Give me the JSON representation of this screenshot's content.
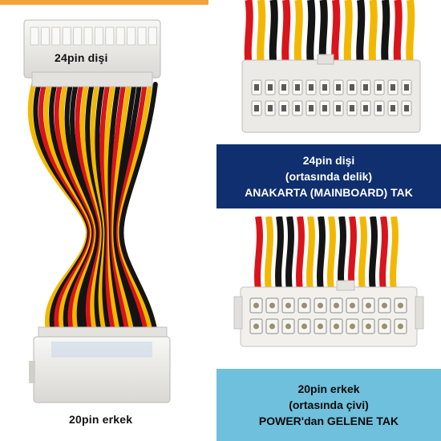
{
  "left_photo": {
    "label_top": "24pin dişi",
    "label_bottom": "20pin erkek"
  },
  "top_right": {
    "caption": [
      "24pin dişi",
      "(ortasında delik)",
      "ANAKARTA (MAINBOARD) TAK"
    ]
  },
  "bottom_right": {
    "caption": [
      "20pin erkek",
      "(ortasında çivi)",
      "POWER'dan GELENE TAK"
    ]
  },
  "colors": {
    "top_caption_bg": "#0f2f6e",
    "bottom_caption_bg": "#6fc0dc",
    "accent_rule": "#f2a33a",
    "wire_yellow": "#f2b800",
    "wire_red": "#d8151b",
    "wire_black": "#141414",
    "connector": "#ecebe8"
  },
  "icons": [
    "atx-24pin-female-connector",
    "atx-20pin-male-connector",
    "power-cable-bundle"
  ]
}
